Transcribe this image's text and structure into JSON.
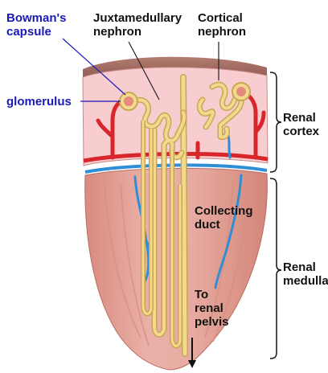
{
  "labels": {
    "bowmans_capsule": "Bowman's\ncapsule",
    "glomerulus": "glomerulus",
    "juxtamedullary_nephron": "Juxtamedullary\nnephron",
    "cortical_nephron": "Cortical\nnephron",
    "renal_cortex": "Renal\ncortex",
    "collecting_duct": "Collecting\nduct",
    "renal_medulla": "Renal\nmedulla",
    "to_renal_pelvis": "To\nrenal\npelvis"
  },
  "colors": {
    "cortex": "#f7cdd0",
    "capsule_top": "#a26a5f",
    "medulla": "#e4a49a",
    "nephron": "#f3d98e",
    "nephron_outline": "#c9a653",
    "artery": "#d8262b",
    "vein": "#2f8fd6",
    "label_blue": "#1a1ab8"
  },
  "icons": {
    "pelvis_arrow": "arrow-down-icon"
  }
}
